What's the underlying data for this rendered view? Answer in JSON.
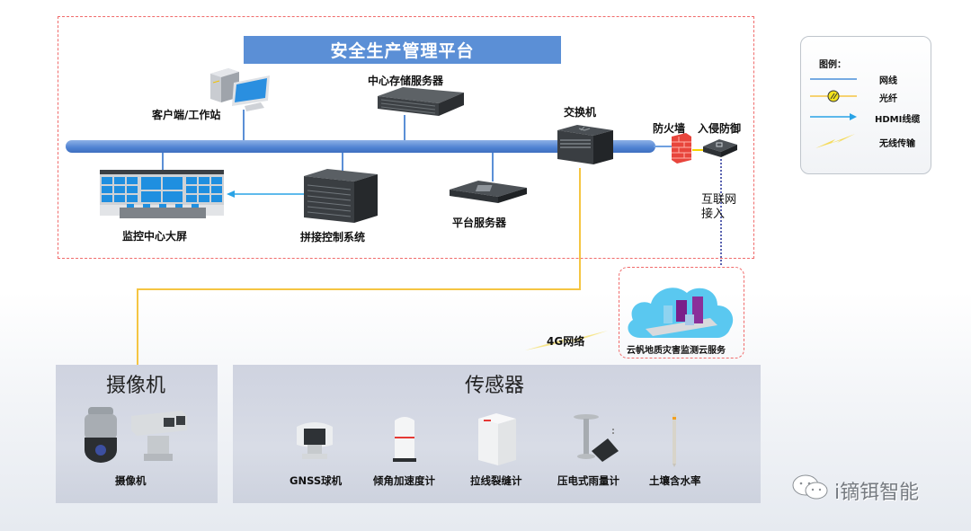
{
  "platform": {
    "title": "安全生产管理平台",
    "nodes": {
      "client": "客户端/工作站",
      "storage": "中心存储服务器",
      "switch": "交换机",
      "firewall": "防火墙",
      "ids": "入侵防御",
      "video_wall": "监控中心大屏",
      "splice_control": "拼接控制系统",
      "platform_server": "平台服务器"
    },
    "internet_access": [
      "互联网",
      "接入"
    ]
  },
  "legend": {
    "title": "图例：",
    "items": [
      {
        "label": "网线",
        "color": "#4a90d9",
        "icon": "line"
      },
      {
        "label": "光纤",
        "color": "#f5c542",
        "icon": "fiber-line"
      },
      {
        "label": "HDMI线缆",
        "color": "#29a3e6",
        "icon": "arrow-line"
      },
      {
        "label": "无线传输",
        "color": "#f5d84a",
        "icon": "lightning"
      }
    ]
  },
  "network_4g": "4G网络",
  "cloud_service": "云帆地质灾害监测云服务",
  "cameras": {
    "title": "摄像机",
    "items": [
      {
        "label": "摄像机"
      }
    ]
  },
  "sensors": {
    "title": "传感器",
    "items": [
      {
        "label": "GNSS球机"
      },
      {
        "label": "倾角加速度计"
      },
      {
        "label": "拉线裂缝计"
      },
      {
        "label": "压电式雨量计"
      },
      {
        "label": "土壤含水率"
      }
    ]
  },
  "watermark": "i镝铒智能"
}
